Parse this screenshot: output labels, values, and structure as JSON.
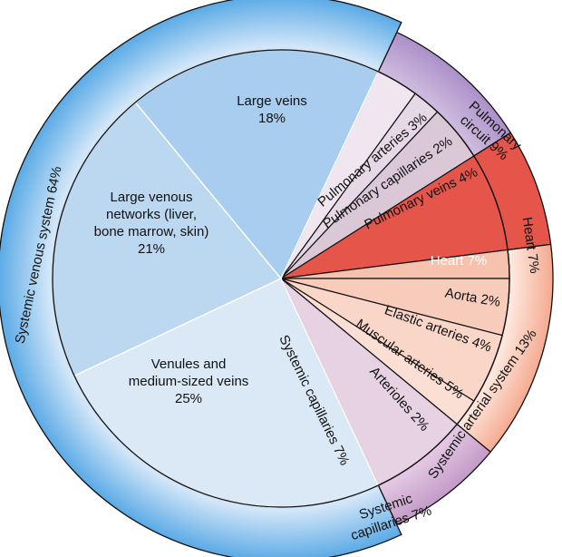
{
  "chart_data": {
    "type": "pie",
    "title": "",
    "start_angle": 64.8,
    "inner": [
      {
        "label": "Pulmonary arteries 3%",
        "value": 3,
        "color": "#f0e6ef",
        "group": "Pulmonary circuit"
      },
      {
        "label": "Pulmonary capillaries 2%",
        "value": 2,
        "color": "#e6d8e4",
        "group": "Pulmonary circuit"
      },
      {
        "label": "Pulmonary veins 4%",
        "value": 4,
        "color": "#dac8d6",
        "group": "Pulmonary circuit"
      },
      {
        "label": "Heart 7%",
        "value": 7,
        "color": "#e5554a",
        "group": "Heart"
      },
      {
        "label": "Aorta 2%",
        "value": 2,
        "color": "#f6c2ae",
        "group": "Systemic arterial system"
      },
      {
        "label": "Elastic arteries 4%",
        "value": 4,
        "color": "#f8ccbb",
        "group": "Systemic arterial system"
      },
      {
        "label": "Muscular arteries 5%",
        "value": 5,
        "color": "#f9d6c8",
        "group": "Systemic arterial system"
      },
      {
        "label": "Arterioles 2%",
        "value": 2,
        "color": "#fbdfd4",
        "group": "Systemic arterial system"
      },
      {
        "label": "Systemic capillaries 7%",
        "value": 7,
        "color": "#e6d2e2",
        "group": "Systemic capillaries"
      },
      {
        "label": "Venules and medium-sized veins 25%",
        "value": 25,
        "color": "#dbe9f7",
        "group": "Systemic venous system"
      },
      {
        "label": "Large venous networks (liver, bone marrow, skin) 21%",
        "value": 21,
        "color": "#bcd8f0",
        "group": "Systemic venous system"
      },
      {
        "label": "Large veins 18%",
        "value": 18,
        "color": "#a8cdee",
        "group": "Systemic venous system"
      }
    ],
    "outer": [
      {
        "label": "Pulmonary circuit 9%",
        "value": 9,
        "color": "#b9a1cf"
      },
      {
        "label": "Heart 7%",
        "value": 7,
        "color": "#e5554a"
      },
      {
        "label": "Systemic arterial system 13%",
        "value": 13,
        "color": "#f6b59b"
      },
      {
        "label": "Systemic capillaries 7%",
        "value": 7,
        "color": "#cfa8d0"
      },
      {
        "label": "Systemic venous system 64%",
        "value": 64,
        "color": "#8cc2ec"
      }
    ],
    "text": {
      "large_veins": [
        "Large veins",
        "18%"
      ],
      "large_venous": [
        "Large venous",
        "networks (liver,",
        "bone marrow, skin)",
        "21%"
      ],
      "venules": [
        "Venules and",
        "medium-sized veins",
        "25%"
      ],
      "heart_inner": "Heart 7%",
      "pulm_art": "Pulmonary arteries 3%",
      "pulm_cap": "Pulmonary capillaries 2%",
      "pulm_veins": "Pulmonary veins 4%",
      "aorta": "Aorta 2%",
      "elastic": "Elastic arteries 4%",
      "muscular": "Muscular arteries 5%",
      "arterioles": "Arterioles 2%",
      "sys_cap_inner": "Systemic capillaries 7%",
      "outer_pulm": [
        "Pulmonary",
        "circuit 9%"
      ],
      "outer_heart": "Heart 7%",
      "outer_art": "Systemic arterial system 13%",
      "outer_cap": [
        "Systemic",
        "capillaries 7%"
      ],
      "outer_venous": "Systemic venous system 64%"
    }
  }
}
